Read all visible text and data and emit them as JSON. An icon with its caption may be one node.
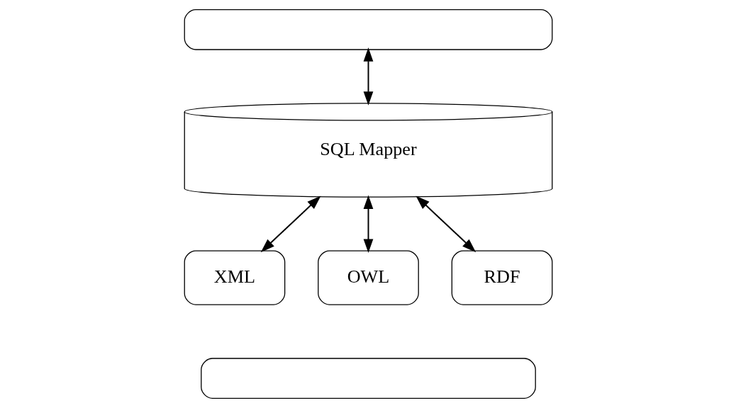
{
  "diagram": {
    "nodes": [
      {
        "text": [],
        "shape": "box"
      },
      {
        "text": [
          "SQL Mapper"
        ]
      },
      {
        "text": [
          "XML"
        ]
      },
      {
        "text": [
          "OWL"
        ]
      },
      {
        "text": [
          "RDF"
        ]
      },
      {
        "text": [],
        "shape": "box"
      }
    ],
    "edges": [
      {
        "from": 0,
        "to": 1,
        "arrow": "both"
      },
      {
        "from": 1,
        "to": 2,
        "arrow": "both"
      },
      {
        "from": 1,
        "to": 3,
        "arrow": "both"
      },
      {
        "from": 1,
        "to": 4,
        "arrow": "both"
      }
    ]
  }
}
